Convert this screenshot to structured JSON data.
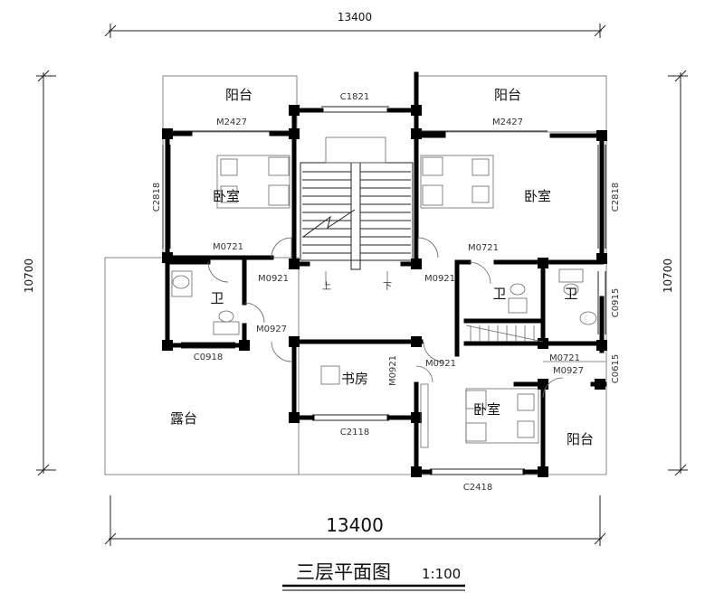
{
  "drawing": {
    "title": "三层平面图",
    "scale": "1:100"
  },
  "dimensions": {
    "top": "13400",
    "bottom": "13400",
    "left": "10700",
    "right": "10700"
  },
  "rooms": {
    "balcony_top_left": "阳台",
    "balcony_top_right": "阳台",
    "bedroom_left": "卧室",
    "bedroom_right": "卧室",
    "bath_left": "卫",
    "bath_mid": "卫",
    "bath_right": "卫",
    "terrace": "露台",
    "study": "书房",
    "bedroom_bottom": "卧室",
    "balcony_bottom_right": "阳台"
  },
  "stair": {
    "up": "上",
    "down": "下"
  },
  "openings": {
    "c1821": "C1821",
    "m2427_left": "M2427",
    "m2427_right": "M2427",
    "c2818_left": "C2818",
    "c2818_right": "C2818",
    "m0721_left": "M0721",
    "m0721_right": "M0721",
    "m0921_left": "M0921",
    "m0921_right": "M0921",
    "m0927_left": "M0927",
    "c0918": "C0918",
    "m0921_center": "M0921",
    "m0921_study": "M0921",
    "c0915": "C0915",
    "m0721_small": "M0721",
    "m0927_right": "M0927",
    "c0615": "C0615",
    "c2118": "C2118",
    "c2418": "C2418"
  }
}
